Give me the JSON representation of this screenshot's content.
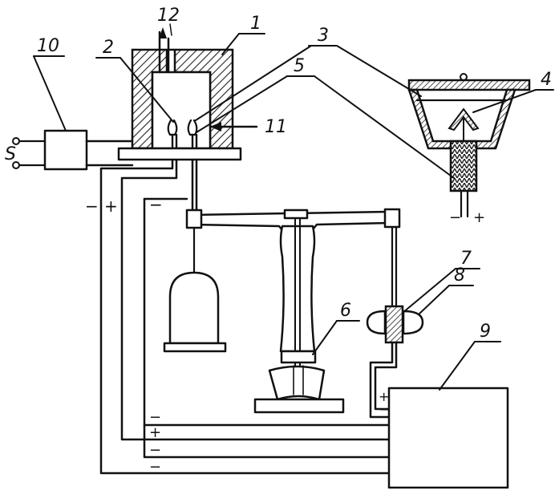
{
  "callouts": {
    "c1": "1",
    "c2": "2",
    "c3": "3",
    "c4": "4",
    "c5": "5",
    "c6": "6",
    "c7": "7",
    "c8": "8",
    "c9": "9",
    "c10": "10",
    "c11": "11",
    "c12": "12"
  },
  "polarity": {
    "left_minus": "−",
    "left_plus": "+",
    "inner_minus": "−",
    "inset_minus": "−",
    "inset_plus": "+",
    "box_plus": "+",
    "box_minus": "−",
    "bus_minus_1": "−",
    "bus_plus": "+",
    "bus_minus_2": "−",
    "bus_minus_3": "−"
  },
  "symbols": {
    "ac_source": "S"
  },
  "colors": {
    "ink": "#111111",
    "background": "#ffffff",
    "hatch": "#222222"
  }
}
